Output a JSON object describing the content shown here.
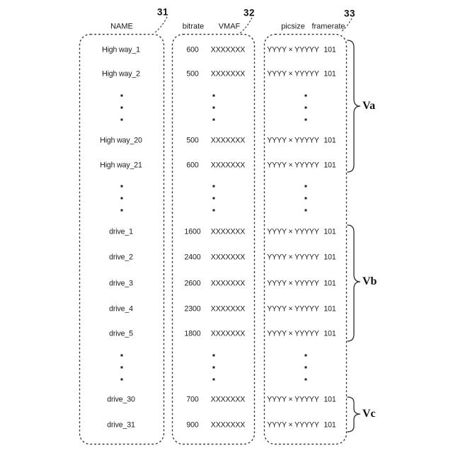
{
  "figure": {
    "ref_labels": [
      {
        "text": "31"
      },
      {
        "text": "32"
      },
      {
        "text": "33"
      }
    ],
    "columns": [
      {
        "label": "NAME"
      },
      {
        "label": "bitrate"
      },
      {
        "label": "VMAF"
      },
      {
        "label": "picsize"
      },
      {
        "label": "framerate"
      }
    ],
    "groups": [
      {
        "label": "Va"
      },
      {
        "label": "Vb"
      },
      {
        "label": "Vc"
      }
    ],
    "rows": [
      {
        "type": "data",
        "name": "High way_1",
        "bitrate": "600",
        "vmaf": "XXXXXXX",
        "picsize": "YYYY × YYYYY",
        "framerate": "101"
      },
      {
        "type": "data",
        "name": "High way_2",
        "bitrate": "500",
        "vmaf": "XXXXXXX",
        "picsize": "YYYY × YYYYY",
        "framerate": "101"
      },
      {
        "type": "dots"
      },
      {
        "type": "data",
        "name": "High way_20",
        "bitrate": "500",
        "vmaf": "XXXXXXX",
        "picsize": "YYYY × YYYYY",
        "framerate": "101"
      },
      {
        "type": "data",
        "name": "High way_21",
        "bitrate": "600",
        "vmaf": "XXXXXXX",
        "picsize": "YYYY × YYYYY",
        "framerate": "101"
      },
      {
        "type": "dots"
      },
      {
        "type": "data",
        "name": "drive_1",
        "bitrate": "1600",
        "vmaf": "XXXXXXX",
        "picsize": "YYYY × YYYYY",
        "framerate": "101"
      },
      {
        "type": "data",
        "name": "drive_2",
        "bitrate": "2400",
        "vmaf": "XXXXXXX",
        "picsize": "YYYY × YYYYY",
        "framerate": "101"
      },
      {
        "type": "data",
        "name": "drive_3",
        "bitrate": "2600",
        "vmaf": "XXXXXXX",
        "picsize": "YYYY × YYYYY",
        "framerate": "101"
      },
      {
        "type": "data",
        "name": "drive_4",
        "bitrate": "2300",
        "vmaf": "XXXXXXX",
        "picsize": "YYYY × YYYYY",
        "framerate": "101"
      },
      {
        "type": "data",
        "name": "drive_5",
        "bitrate": "1800",
        "vmaf": "XXXXXXX",
        "picsize": "YYYY × YYYYY",
        "framerate": "101"
      },
      {
        "type": "dots"
      },
      {
        "type": "data",
        "name": "drive_30",
        "bitrate": "700",
        "vmaf": "XXXXXXX",
        "picsize": "YYYY × YYYYY",
        "framerate": "101"
      },
      {
        "type": "data",
        "name": "drive_31",
        "bitrate": "900",
        "vmaf": "XXXXXXX",
        "picsize": "YYYY × YYYYY",
        "framerate": "101"
      }
    ],
    "colors": {
      "ink": "#1d1d1d",
      "line": "#3a3a3a",
      "background": "#ffffff"
    }
  }
}
